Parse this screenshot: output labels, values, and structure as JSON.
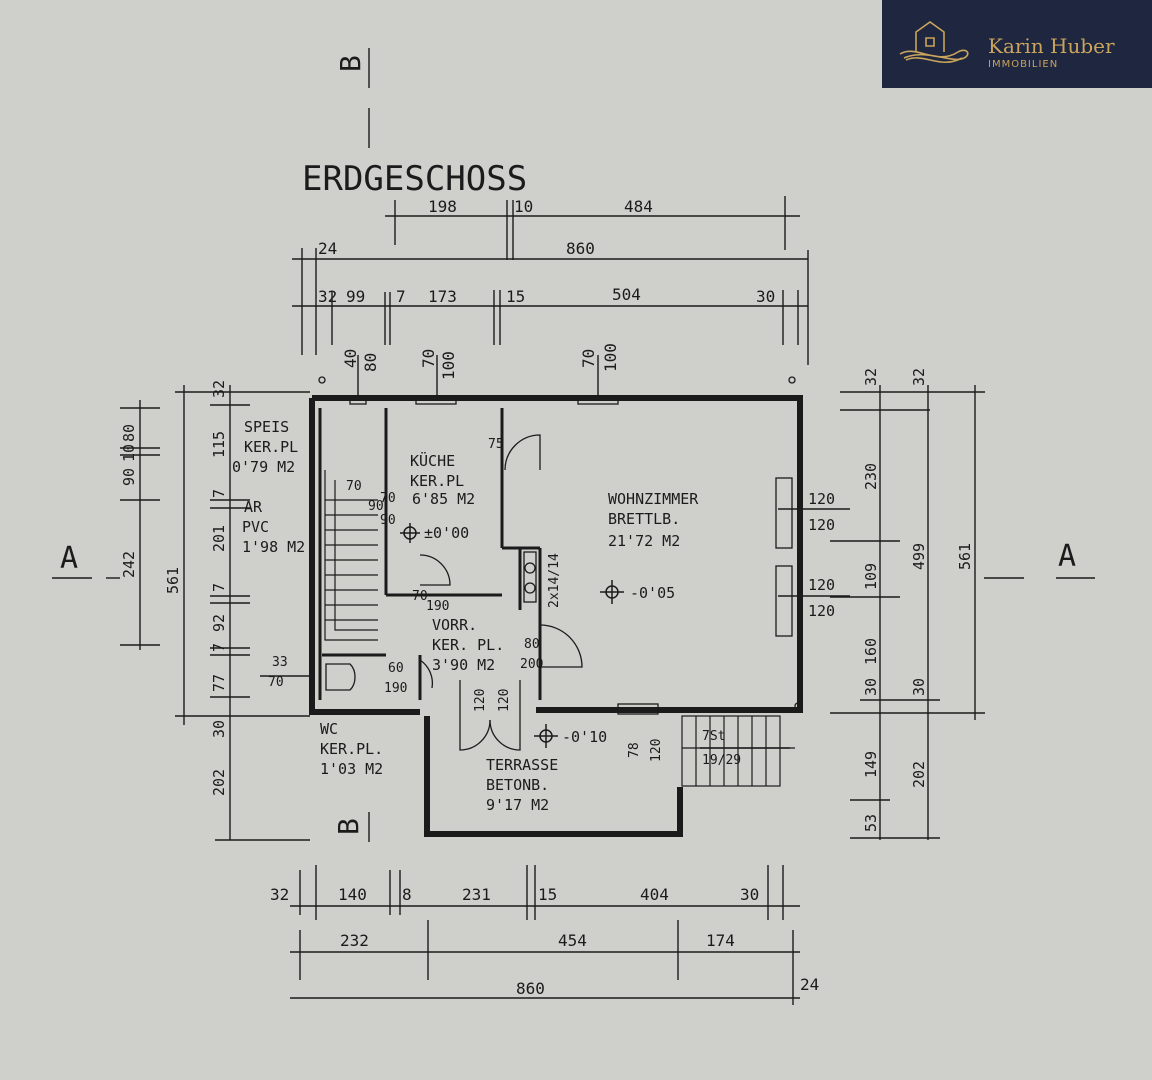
{
  "plan_title": "ERDGESCHOSS",
  "section_markers": {
    "b_top": "B",
    "b_bottom": "B",
    "a_left": "A",
    "a_right": "A"
  },
  "dimensions": {
    "top_198": "198",
    "top_10": "10",
    "top_484": "484",
    "top_24": "24",
    "top_860": "860",
    "top_32": "32",
    "top_99": "99",
    "top_7": "7",
    "top_173": "173",
    "top_15": "15",
    "top_504": "504",
    "top_30": "30",
    "win_40": "40",
    "win_80": "80",
    "win_70a": "70",
    "win_100a": "100",
    "win_70b": "70",
    "win_100b": "100",
    "left_32": "32",
    "left_115": "115",
    "left_7a": "7",
    "left_201": "201",
    "left_7b": "7",
    "left_92": "92",
    "left_7c": "7",
    "left_77": "77",
    "left_30": "30",
    "left_202": "202",
    "left_90": "90",
    "left_10": "10",
    "left_80": "80",
    "left_242": "242",
    "left_561": "561",
    "right_32a": "32",
    "right_32b": "32",
    "right_230": "230",
    "right_499": "499",
    "right_561": "561",
    "right_109": "109",
    "right_160": "160",
    "right_30a": "30",
    "right_30b": "30",
    "right_149": "149",
    "right_202": "202",
    "right_53": "53",
    "rwin_120a": "120",
    "rwin_120b": "120",
    "rwin_120c": "120",
    "rwin_120d": "120",
    "bot_32": "32",
    "bot_140": "140",
    "bot_8": "8",
    "bot_231": "231",
    "bot_15": "15",
    "bot_404": "404",
    "bot_30": "30",
    "bot_232": "232",
    "bot_454": "454",
    "bot_174": "174",
    "bot_860": "860",
    "bot_24": "24"
  },
  "rooms": {
    "speis": {
      "name": "SPEIS",
      "floor": "KER.PL",
      "area": "0'79 M2"
    },
    "kueche": {
      "name": "KÜCHE",
      "floor": "KER.PL",
      "area": "6'85 M2"
    },
    "ar": {
      "name": "AR",
      "floor": "PVC",
      "area": "1'98 M2"
    },
    "wohnzimmer": {
      "name": "WOHNZIMMER",
      "floor": "BRETTLB.",
      "area": "21'72 M2"
    },
    "vorraum": {
      "name": "VORR.",
      "floor": "KER. PL.",
      "area": "3'90 M2"
    },
    "wc": {
      "name": "WC",
      "floor": "KER.PL.",
      "area": "1'03 M2"
    },
    "terrasse": {
      "name": "TERRASSE",
      "floor": "BETONB.",
      "area": "9'17 M2"
    }
  },
  "levels": {
    "kitchen": "±0'00",
    "living": "-0'05",
    "terrace": "-0'10"
  },
  "annotations": {
    "t_75": "75",
    "t_10": "10",
    "t_70": "70",
    "t_90": "90",
    "t_2x14": "2x14/14",
    "t_70b": "70",
    "t_190": "190",
    "t_80": "80",
    "t_200": "200",
    "t_60": "60",
    "t_190b": "190",
    "t_33": "33",
    "t_70c": "70",
    "t_120a": "120",
    "t_120b": "120",
    "t_78": "78",
    "t_120c": "120",
    "t_7st": "7St",
    "t_1929": "19/29",
    "t_70d": "70",
    "t_90b": "90"
  },
  "logo": {
    "name": "Karin Huber",
    "subtitle": "IMMOBILIEN"
  },
  "colors": {
    "paper": "#cfd0cc",
    "ink": "#1b1b1b",
    "logo_bg": "#1e2640",
    "logo_gold": "#c9a45c"
  }
}
